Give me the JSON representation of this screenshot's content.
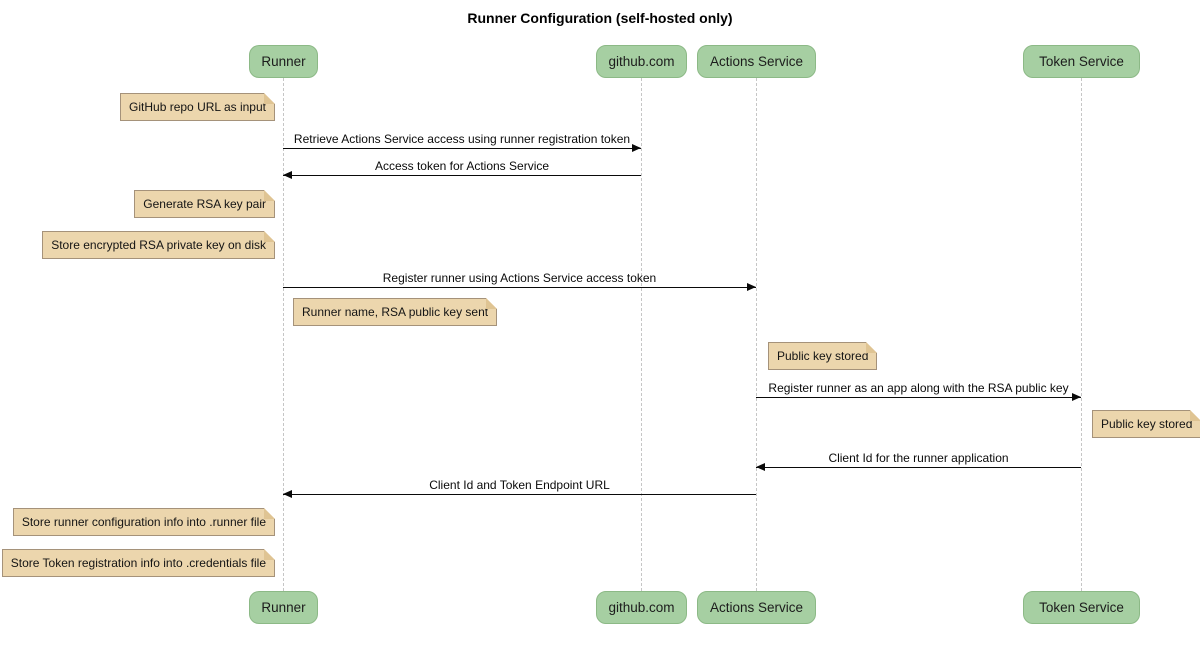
{
  "title": "Runner Configuration (self-hosted only)",
  "colors": {
    "participant_fill": "#a6cfa2",
    "participant_border": "#8cb986",
    "note_fill": "#ecd6ad",
    "note_border": "#a5927a",
    "lifeline": "#c6c6c6",
    "arrow": "#0a0a0a",
    "background": "#ffffff"
  },
  "participants": [
    {
      "id": "runner",
      "label": "Runner"
    },
    {
      "id": "github",
      "label": "github.com"
    },
    {
      "id": "actions-service",
      "label": "Actions Service"
    },
    {
      "id": "token-service",
      "label": "Token Service"
    }
  ],
  "messages": [
    {
      "from": "Runner",
      "to": "github.com",
      "direction": "right",
      "label": "Retrieve Actions Service access using runner registration token"
    },
    {
      "from": "github.com",
      "to": "Runner",
      "direction": "left",
      "label": "Access token for Actions Service"
    },
    {
      "from": "Runner",
      "to": "Actions Service",
      "direction": "right",
      "label": "Register runner using Actions Service access token"
    },
    {
      "from": "Actions Service",
      "to": "Token Service",
      "direction": "right",
      "label": "Register runner as an app along with the RSA public key"
    },
    {
      "from": "Token Service",
      "to": "Actions Service",
      "direction": "left",
      "label": "Client Id for the runner application"
    },
    {
      "from": "Actions Service",
      "to": "Runner",
      "direction": "left",
      "label": "Client Id and Token Endpoint URL"
    }
  ],
  "notes": [
    {
      "position": "left of Runner",
      "label": "GitHub repo URL as input"
    },
    {
      "position": "left of Runner",
      "label": "Generate RSA key pair"
    },
    {
      "position": "left of Runner",
      "label": "Store encrypted RSA private key on disk"
    },
    {
      "position": "right of Runner",
      "label": "Runner name, RSA public key sent"
    },
    {
      "position": "right of Actions Service",
      "label": "Public key stored"
    },
    {
      "position": "right of Token Service",
      "label": "Public key stored"
    },
    {
      "position": "left of Runner",
      "label": "Store runner configuration info into .runner file"
    },
    {
      "position": "left of Runner",
      "label": "Store Token registration info into .credentials file"
    }
  ]
}
